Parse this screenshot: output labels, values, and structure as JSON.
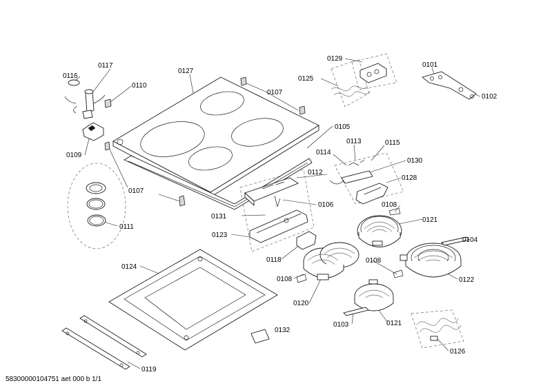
{
  "diagram": {
    "part_labels": {
      "p0101": "0101",
      "p0102": "0102",
      "p0103": "0103",
      "p0104": "0104",
      "p0105": "0105",
      "p0106": "0106",
      "p0107a": "0107",
      "p0107b": "0107",
      "p0108a": "0108",
      "p0108b": "0108",
      "p0108c": "0108",
      "p0109": "0109",
      "p0110": "0110",
      "p0111": "0111",
      "p0112": "0112",
      "p0113": "0113",
      "p0114": "0114",
      "p0115": "0115",
      "p0116": "0116",
      "p0117": "0117",
      "p0118": "0118",
      "p0119": "0119",
      "p0120": "0120",
      "p0121a": "0121",
      "p0121b": "0121",
      "p0122": "0122",
      "p0123": "0123",
      "p0124": "0124",
      "p0125": "0125",
      "p0126": "0126",
      "p0127": "0127",
      "p0128": "0128",
      "p0129": "0129",
      "p0130": "0130",
      "p0131": "0131",
      "p0132": "0132"
    },
    "footer": "58300000104751 aet 000 b 1/1"
  }
}
